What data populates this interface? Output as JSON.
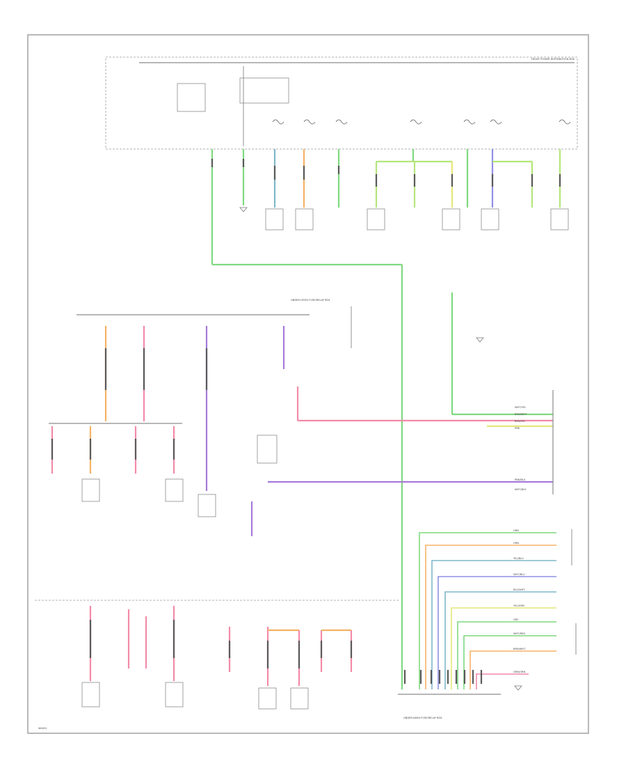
{
  "diagram_id": "W4051",
  "top_right_label": "FRONT POWER DISTRIBUTION BOX",
  "mid_label": "UNDER-HOOD FUSE/RELAY BOX",
  "bottom_label": "UNDER-DASH FUSE/RELAY BOX",
  "wire_colors": {
    "green": "#7fd97f",
    "orange": "#f5b266",
    "pink": "#f28aa8",
    "purple": "#a67ad8",
    "blue": "#8f8fe6",
    "teal": "#7fb7c8",
    "yellow": "#e6e67a",
    "lime": "#b4e67a"
  },
  "bottom_connector_labels": [
    "GRN",
    "ORN",
    "YEL/BLU",
    "WHT/BLU",
    "BLU/WHT",
    "YEL/GRN",
    "GRY",
    "WHT/RED",
    "BRN/WHT",
    "GRN/ORN"
  ],
  "mid_connector_labels": [
    "WHT/YEL",
    "BRN/WHT",
    "BRN/YEL",
    "PNK",
    "PNK/BLU",
    "WHT/BLK"
  ]
}
